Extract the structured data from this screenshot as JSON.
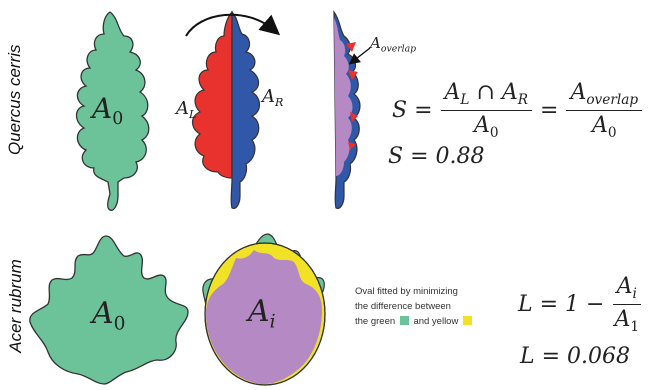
{
  "species": {
    "top": "Quercus cerris",
    "bottom": "Acer rubrum"
  },
  "colors": {
    "green": "#6cc39a",
    "red": "#e8322e",
    "blue": "#3157a8",
    "purple": "#b489c4",
    "yellow": "#f2e226",
    "outline": "#333333"
  },
  "top": {
    "leaf_label": "A",
    "leaf_sub": "0",
    "left_label": "A",
    "left_sub": "L",
    "right_label": "A",
    "right_sub": "R",
    "overlap_label": "A",
    "overlap_sub": "overlap",
    "formula": {
      "lhs": "S =",
      "num1": "A_L ∩ A_R",
      "den1": "A_0",
      "eq": "=",
      "num2": "A_overlap",
      "den2": "A_0"
    },
    "result": "S = 0.88"
  },
  "bottom": {
    "leaf_label": "A",
    "leaf_sub": "0",
    "oval_label": "A",
    "oval_sub": "i",
    "note_line1": "Oval fitted by minimizing",
    "note_line2": "the difference between",
    "note_line3a": "the green",
    "note_line3b": "and yellow",
    "formula": {
      "lhs": "L = 1 −",
      "num": "A_i",
      "den": "A_1"
    },
    "result": "L = 0.068"
  }
}
